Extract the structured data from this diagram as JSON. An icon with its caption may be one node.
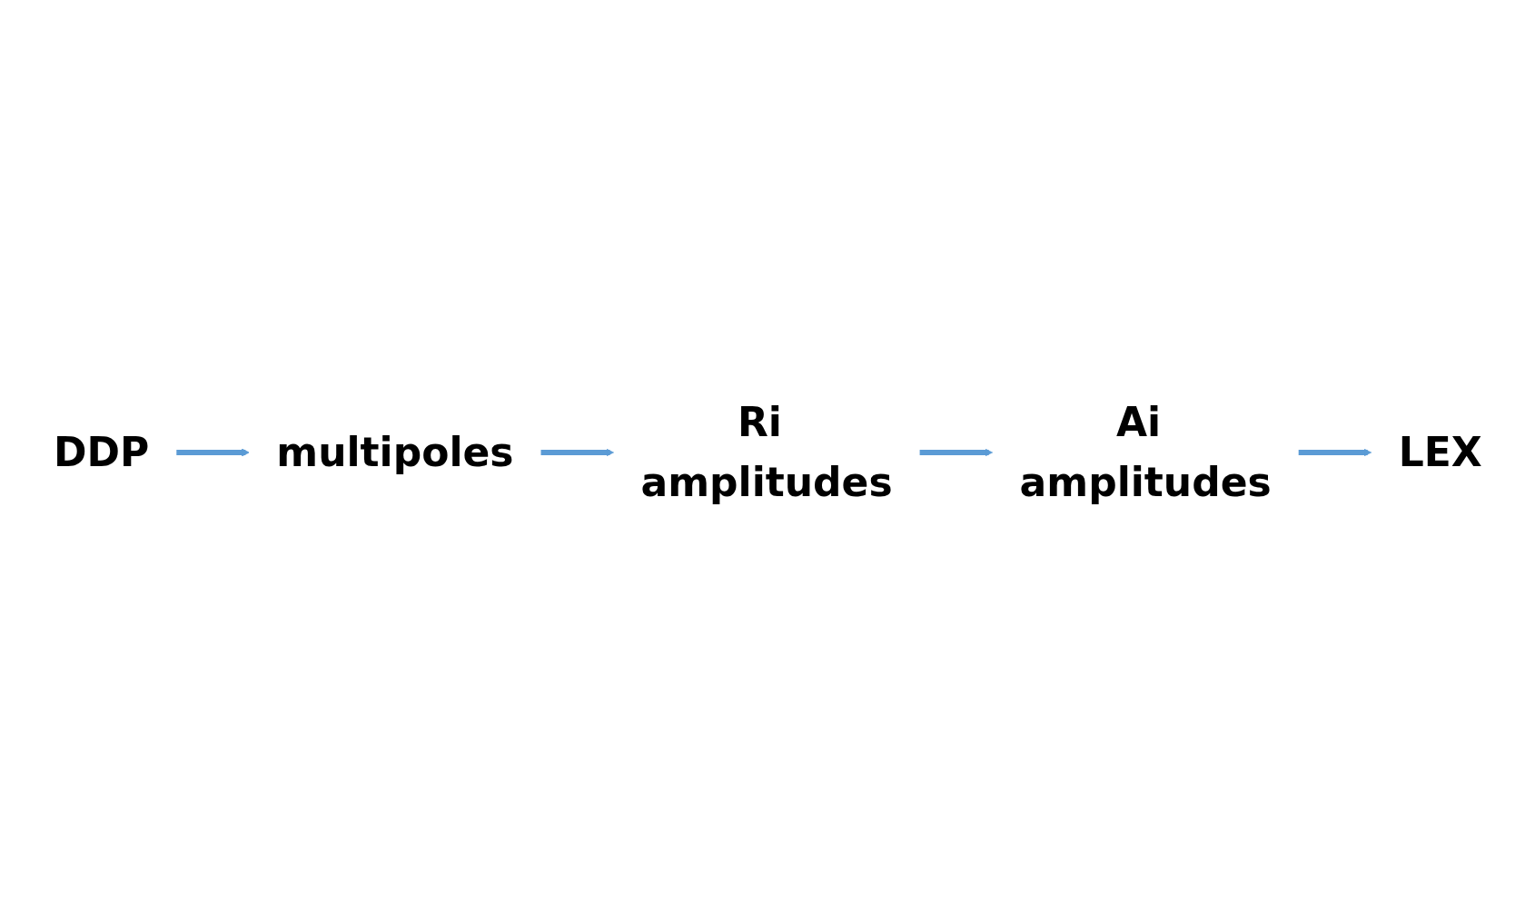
{
  "diagram": {
    "nodes": [
      {
        "text": [
          "DDP"
        ]
      },
      {
        "text": [
          "multipoles"
        ]
      },
      {
        "text": [
          "Ri amplitudes"
        ]
      },
      {
        "text": [
          "Ai amplitudes"
        ]
      },
      {
        "text": [
          "LEX"
        ]
      }
    ],
    "edges": [
      {
        "from": 0,
        "to": 1,
        "arrow": "to"
      },
      {
        "from": 1,
        "to": 2,
        "arrow": "to"
      },
      {
        "from": 2,
        "to": 3,
        "arrow": "to"
      },
      {
        "from": 3,
        "to": 4,
        "arrow": "to"
      }
    ]
  }
}
